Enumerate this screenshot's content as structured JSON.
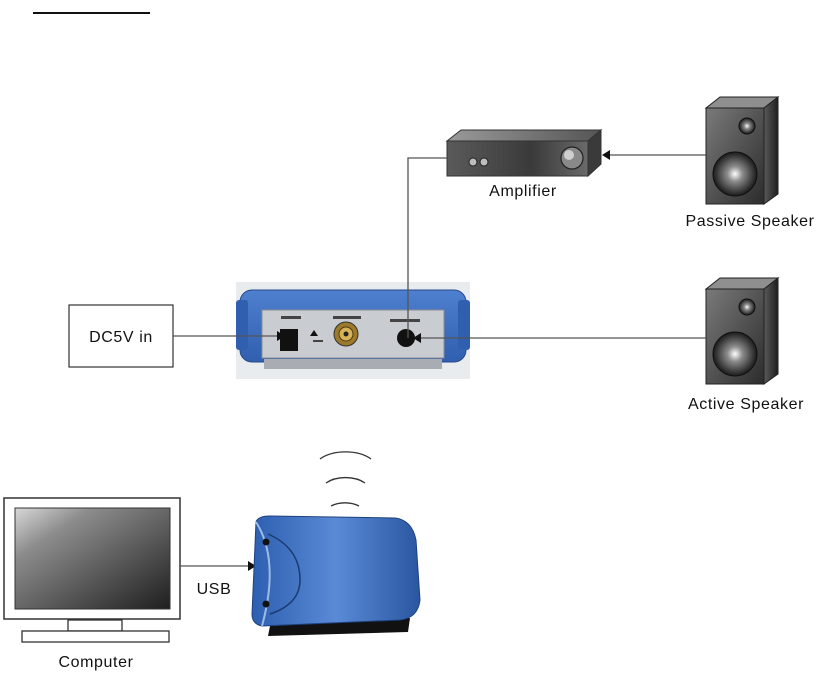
{
  "labels": {
    "dc_input": "DC5V in",
    "amplifier": "Amplifier",
    "passive_speaker": "Passive Speaker",
    "active_speaker": "Active Speaker",
    "computer": "Computer",
    "usb": "USB"
  },
  "colors": {
    "background": "#ffffff",
    "line": "#555555",
    "device_blue": "#3d6fc0",
    "panel_grey": "#c9ccd0",
    "speaker_dark": "#3a3a3a",
    "amplifier_dark": "#4a4a4a"
  },
  "icons": [
    "speaker-icon",
    "amplifier-icon",
    "receiver-device-icon",
    "monitor-icon",
    "bluetooth-dongle-icon",
    "wireless-signal-icon",
    "dc-power-box"
  ]
}
